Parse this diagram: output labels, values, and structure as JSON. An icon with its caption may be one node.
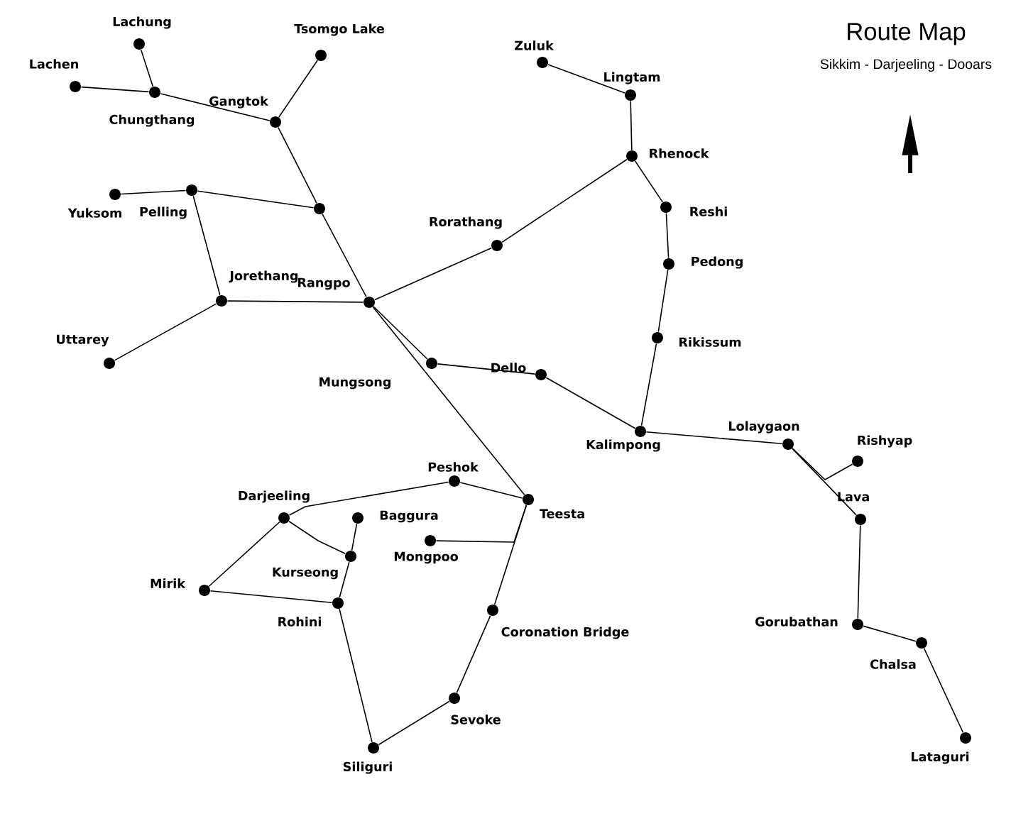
{
  "diagram": {
    "title": "Route Map",
    "nodes": [
      {
        "text": [
          "Lachung"
        ]
      },
      {
        "text": [
          "Lachen"
        ]
      },
      {
        "text": [
          "Chungthang"
        ]
      },
      {
        "text": [
          "Tsomgo Lake"
        ]
      },
      {
        "text": [
          "Gangtok"
        ]
      },
      {
        "text": [
          "Yuksom"
        ]
      },
      {
        "text": [
          "Pelling"
        ]
      },
      {
        "text": [],
        "shape": "circle"
      },
      {
        "text": [
          "Jorethang"
        ]
      },
      {
        "text": [
          "Rangpo"
        ]
      },
      {
        "text": [
          "Uttarey"
        ]
      },
      {
        "text": [
          "Zuluk"
        ]
      },
      {
        "text": [
          "Lingtam"
        ]
      },
      {
        "text": [
          "Rhenock"
        ]
      },
      {
        "text": [
          "Reshi"
        ]
      },
      {
        "text": [
          "Rorathang"
        ]
      },
      {
        "text": [
          "Pedong"
        ]
      },
      {
        "text": [
          "Rikissum"
        ]
      },
      {
        "text": [],
        "shape": "circle"
      },
      {
        "text": [
          "Dello"
        ]
      },
      {
        "text": [
          "Kalimpong"
        ]
      },
      {
        "text": [
          "Lolaygaon"
        ]
      },
      {
        "text": [
          "Rishyap"
        ]
      },
      {
        "text": [
          "Peshok"
        ]
      },
      {
        "text": [
          "Darjeeling"
        ]
      },
      {
        "text": [
          "Baggura"
        ]
      },
      {
        "text": [
          "Teesta"
        ]
      },
      {
        "text": [
          "Lava"
        ]
      },
      {
        "text": [
          "Mongpoo"
        ]
      },
      {
        "text": [
          "Kurseong"
        ]
      },
      {
        "text": [
          "Mirik"
        ]
      },
      {
        "text": [
          "Rohini"
        ]
      },
      {
        "text": [
          "Coronation Bridge"
        ]
      },
      {
        "text": [
          "Gorubathan"
        ]
      },
      {
        "text": [
          "Chalsa"
        ]
      },
      {
        "text": [
          "Sevoke"
        ]
      },
      {
        "text": [
          "Lataguri"
        ]
      },
      {
        "text": [
          "Siliguri"
        ]
      }
    ],
    "edges": [
      {
        "from": 0,
        "to": 2,
        "arrow": "none"
      },
      {
        "from": 1,
        "to": 2,
        "arrow": "none"
      },
      {
        "from": 2,
        "to": 4,
        "arrow": "none"
      },
      {
        "from": 3,
        "to": 4,
        "arrow": "none"
      },
      {
        "from": 4,
        "to": 7,
        "arrow": "none"
      },
      {
        "from": 6,
        "to": 7,
        "arrow": "none"
      },
      {
        "from": 5,
        "to": 6,
        "arrow": "none"
      },
      {
        "from": 6,
        "to": 8,
        "arrow": "none"
      },
      {
        "from": 8,
        "to": 9,
        "arrow": "none"
      },
      {
        "from": 8,
        "to": 10,
        "arrow": "none"
      },
      {
        "from": 7,
        "to": 9,
        "arrow": "none"
      },
      {
        "from": 9,
        "to": 15,
        "arrow": "none"
      },
      {
        "from": 15,
        "to": 13,
        "arrow": "none"
      },
      {
        "from": 11,
        "to": 12,
        "arrow": "none"
      },
      {
        "from": 12,
        "to": 13,
        "arrow": "none"
      },
      {
        "from": 13,
        "to": 14,
        "arrow": "none"
      },
      {
        "from": 14,
        "to": 16,
        "arrow": "none"
      },
      {
        "from": 16,
        "to": 17,
        "arrow": "none"
      },
      {
        "from": 17,
        "to": 20,
        "arrow": "none"
      },
      {
        "from": 9,
        "to": 18,
        "arrow": "none"
      },
      {
        "from": 18,
        "to": 19,
        "arrow": "none"
      },
      {
        "from": 19,
        "to": 20,
        "arrow": "none"
      },
      {
        "from": 9,
        "to": 26,
        "arrow": "none"
      },
      {
        "from": 20,
        "to": 21,
        "arrow": "none"
      },
      {
        "from": 21,
        "to": 27,
        "arrow": "none"
      },
      {
        "from": 21,
        "to": 22,
        "arrow": "none"
      },
      {
        "from": 27,
        "to": 33,
        "arrow": "none"
      },
      {
        "from": 33,
        "to": 34,
        "arrow": "none"
      },
      {
        "from": 34,
        "to": 36,
        "arrow": "none"
      },
      {
        "from": 23,
        "to": 26,
        "arrow": "none"
      },
      {
        "from": 24,
        "to": 23,
        "arrow": "none"
      },
      {
        "from": 24,
        "to": 29,
        "arrow": "none"
      },
      {
        "from": 24,
        "to": 30,
        "arrow": "none"
      },
      {
        "from": 25,
        "to": 29,
        "arrow": "none"
      },
      {
        "from": 29,
        "to": 31,
        "arrow": "none"
      },
      {
        "from": 30,
        "to": 31,
        "arrow": "none"
      },
      {
        "from": 31,
        "to": 37,
        "arrow": "none"
      },
      {
        "from": 37,
        "to": 35,
        "arrow": "none"
      },
      {
        "from": 35,
        "to": 32,
        "arrow": "none"
      },
      {
        "from": 32,
        "to": 26,
        "arrow": "none"
      },
      {
        "from": 28,
        "to": 26,
        "arrow": "none"
      }
    ],
    "labels": [
      "Sikkim - Darjeeling - Dooars",
      "Mungsong"
    ]
  }
}
